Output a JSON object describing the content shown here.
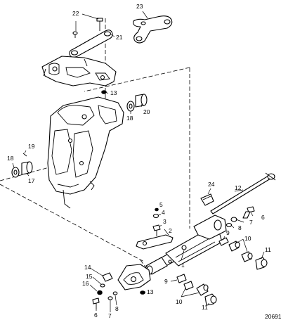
{
  "figure_number": "20691",
  "callouts": {
    "c1": "1",
    "c2": "2",
    "c3": "3",
    "c4": "4",
    "c5": "5",
    "c6a": "6",
    "c6b": "6",
    "c7a": "7",
    "c7b": "7",
    "c8a": "8",
    "c8b": "8",
    "c9a": "9",
    "c9b": "9",
    "c10a": "10",
    "c10b": "10",
    "c11a": "11",
    "c11b": "11",
    "c12": "12",
    "c13a": "13",
    "c13b": "13",
    "c14": "14",
    "c15": "15",
    "c16": "16",
    "c17": "17",
    "c18a": "18",
    "c18b": "18",
    "c19": "19",
    "c20": "20",
    "c21": "21",
    "c22": "22",
    "c23": "23",
    "c24": "24"
  }
}
